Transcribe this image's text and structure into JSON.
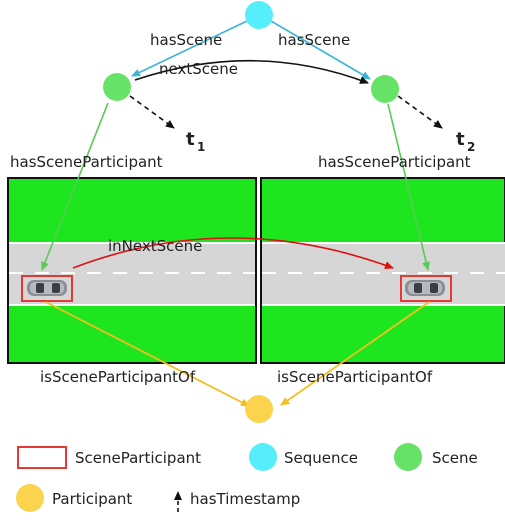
{
  "colors": {
    "sequence": "#55eefa",
    "scene": "#66e366",
    "participant": "#fcd34d",
    "scene_participant": "#e53935",
    "grass": "#1ee61e",
    "road": "#d6d6d6",
    "arrow_blue": "#3fb4d8",
    "arrow_black": "#111111",
    "arrow_green": "#55cc55",
    "arrow_red": "#dd1111",
    "arrow_yellow": "#f2bf1f"
  },
  "edges": {
    "has_scene_left": "hasScene",
    "has_scene_right": "hasScene",
    "next_scene": "nextScene",
    "has_scene_participant_left": "hasSceneParticipant",
    "has_scene_participant_right": "hasSceneParticipant",
    "in_next_scene": "inNextScene",
    "is_scene_participant_of_left": "isSceneParticipantOf",
    "is_scene_participant_of_right": "isSceneParticipantOf"
  },
  "timestamps": {
    "t1": {
      "base": "t",
      "sub": "1"
    },
    "t2": {
      "base": "t",
      "sub": "2"
    }
  },
  "legend": {
    "scene_participant": "SceneParticipant",
    "sequence": "Sequence",
    "scene": "Scene",
    "participant": "Participant",
    "has_timestamp": "hasTimestamp"
  }
}
